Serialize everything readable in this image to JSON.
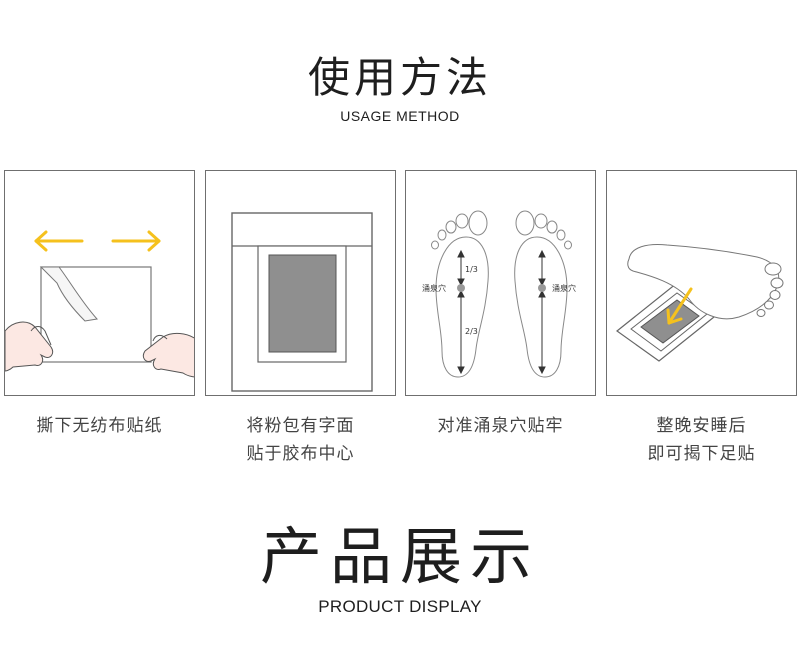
{
  "usage": {
    "title": "使用方法",
    "subtitle": "USAGE METHOD"
  },
  "steps": [
    {
      "line1": "撕下无纺布贴纸",
      "line2": ""
    },
    {
      "line1": "将粉包有字面",
      "line2": "贴于胶布中心"
    },
    {
      "line1": "对准涌泉穴贴牢",
      "line2": "",
      "foot_labels": {
        "point_left": "涌泉穴",
        "point_right": "涌泉穴",
        "upper_ratio": "1/3",
        "lower_ratio": "2/3"
      }
    },
    {
      "line1": "整晚安睡后",
      "line2": "即可揭下足贴"
    }
  ],
  "product": {
    "title": "产品展示",
    "subtitle": "PRODUCT DISPLAY"
  },
  "colors": {
    "arrow_yellow": "#f5c11d",
    "pad_gray": "#8f8f8f",
    "outline": "#6f6f6f",
    "skin": "#fce8e3"
  }
}
